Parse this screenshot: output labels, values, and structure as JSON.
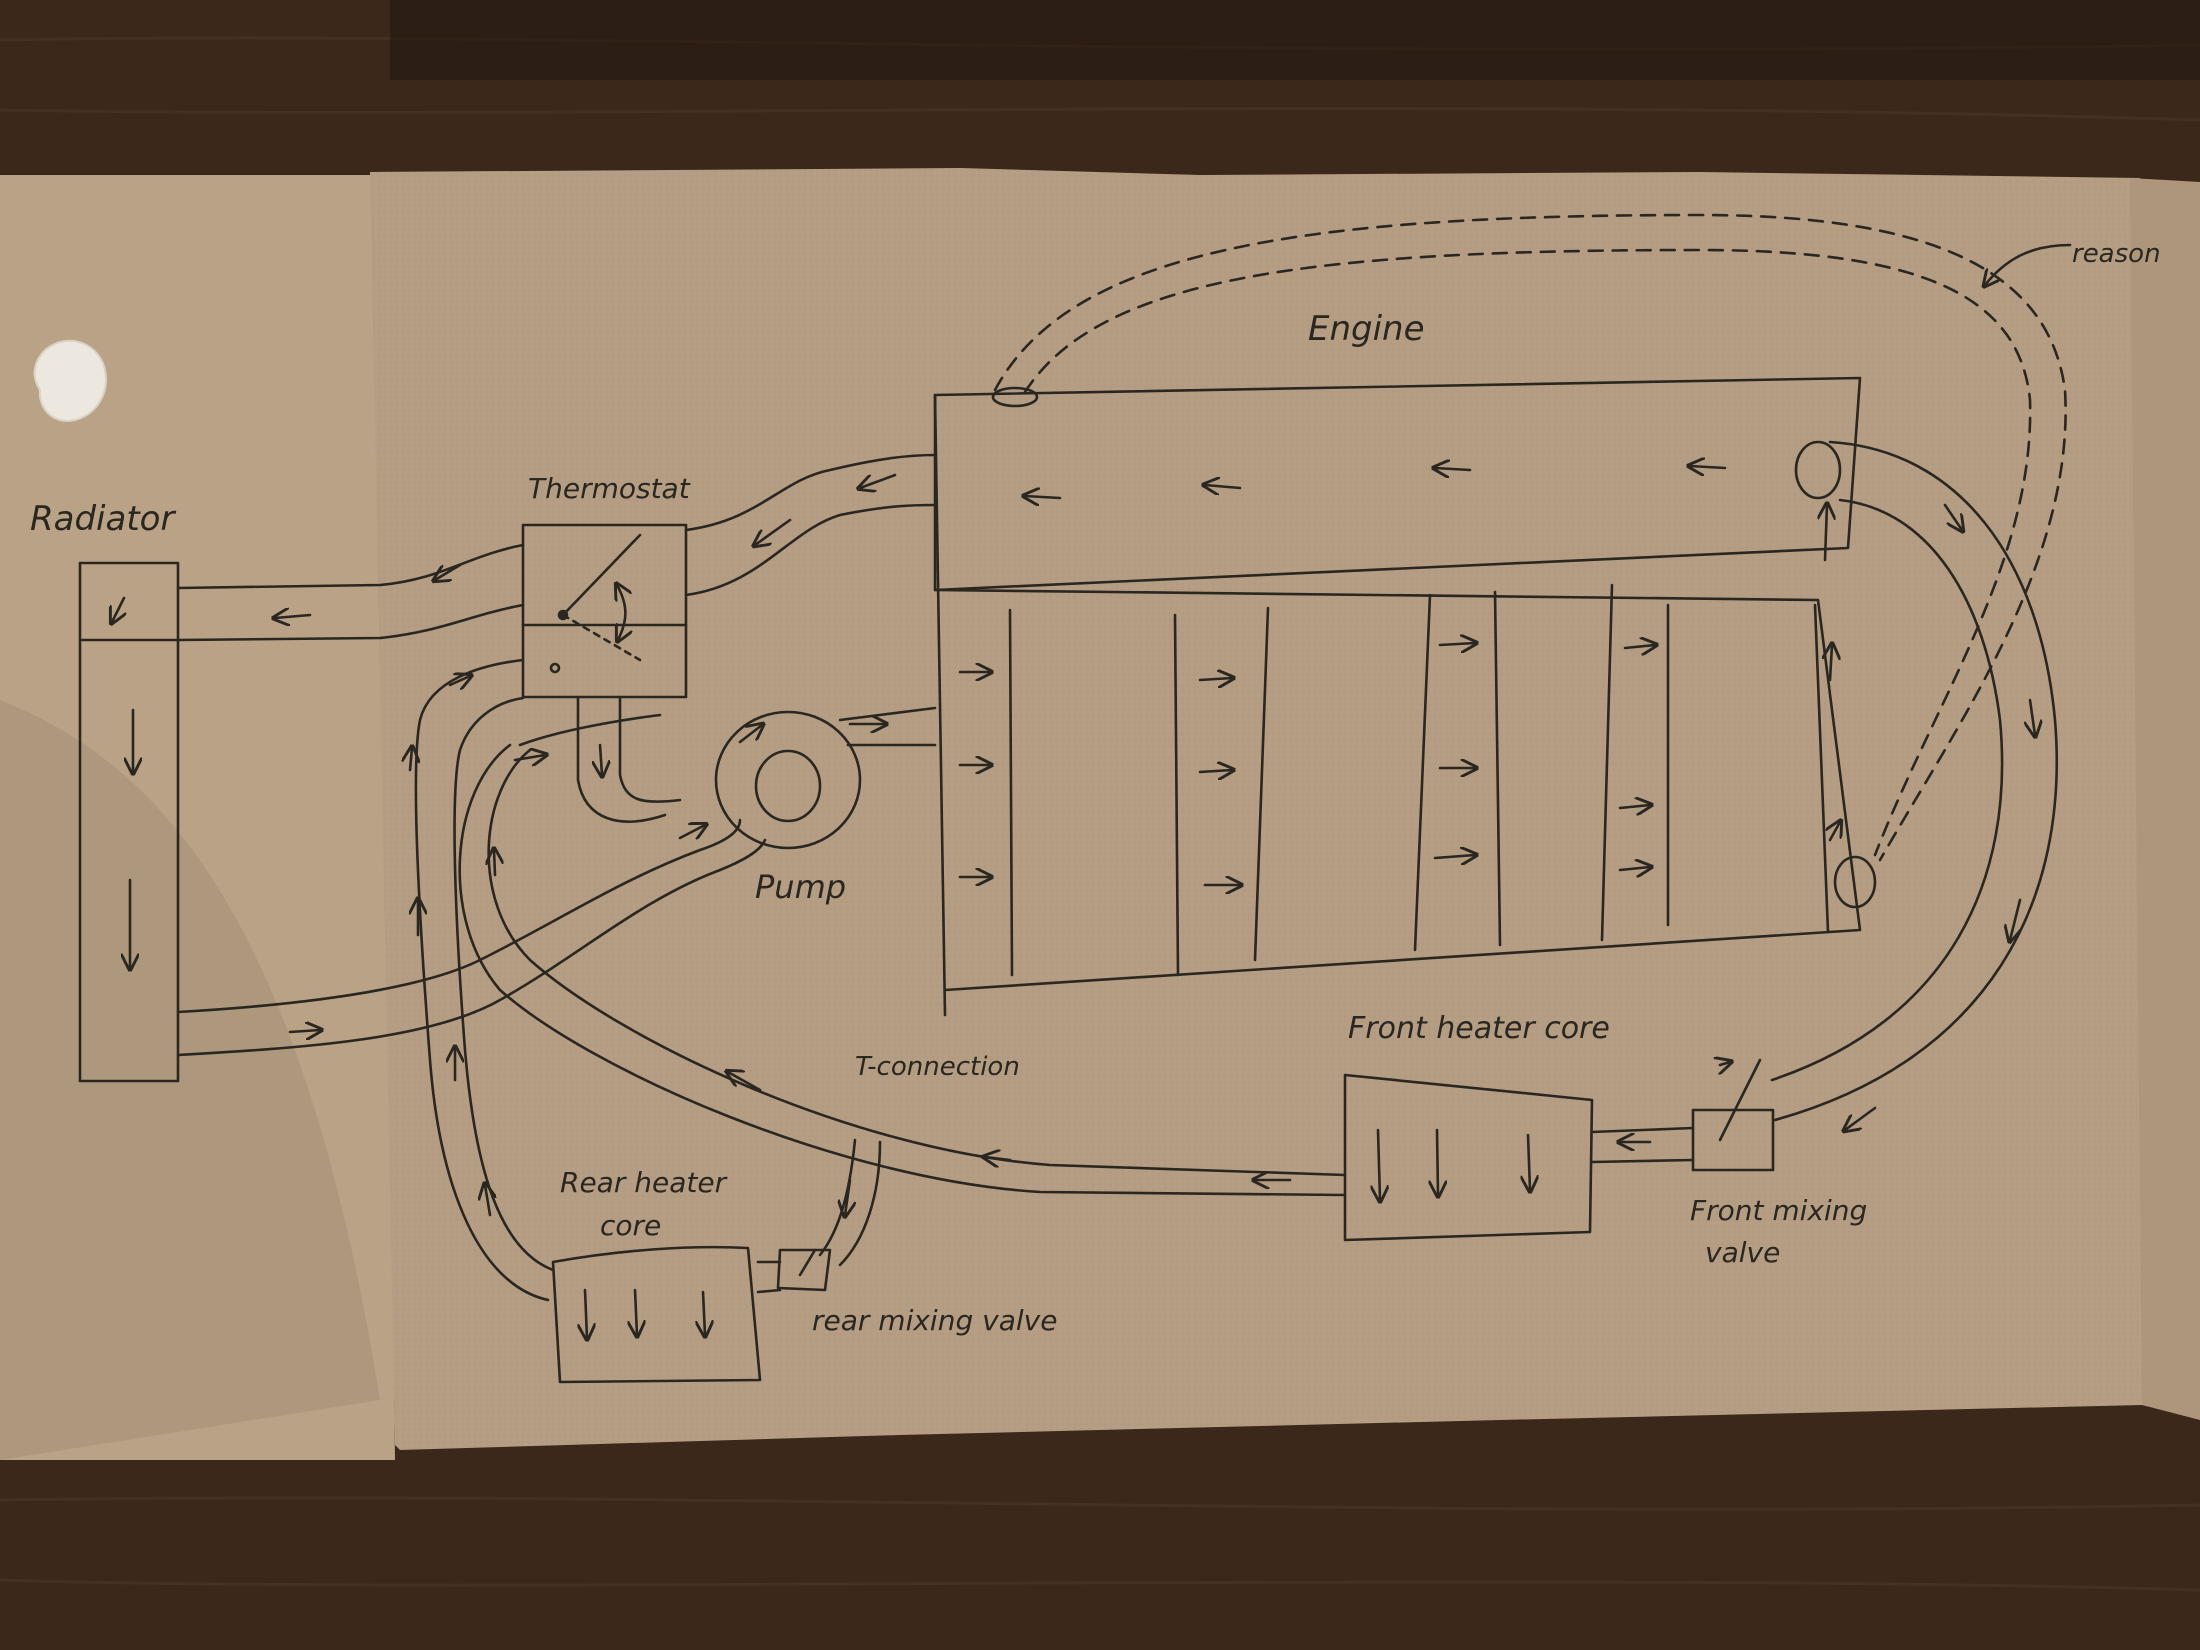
{
  "diagram": {
    "labels": {
      "radiator": "Radiator",
      "thermostat": "Thermostat",
      "engine": "Engine",
      "pump": "Pump",
      "t_connection": "T-connection",
      "front_heater_core": "Front heater core",
      "front_mixing_valve_line1": "Front mixing",
      "front_mixing_valve_line2": "valve",
      "rear_heater_core_line1": "Rear heater",
      "rear_heater_core_line2": "core",
      "rear_mixing_valve": "rear mixing valve",
      "reason": "reason"
    }
  }
}
